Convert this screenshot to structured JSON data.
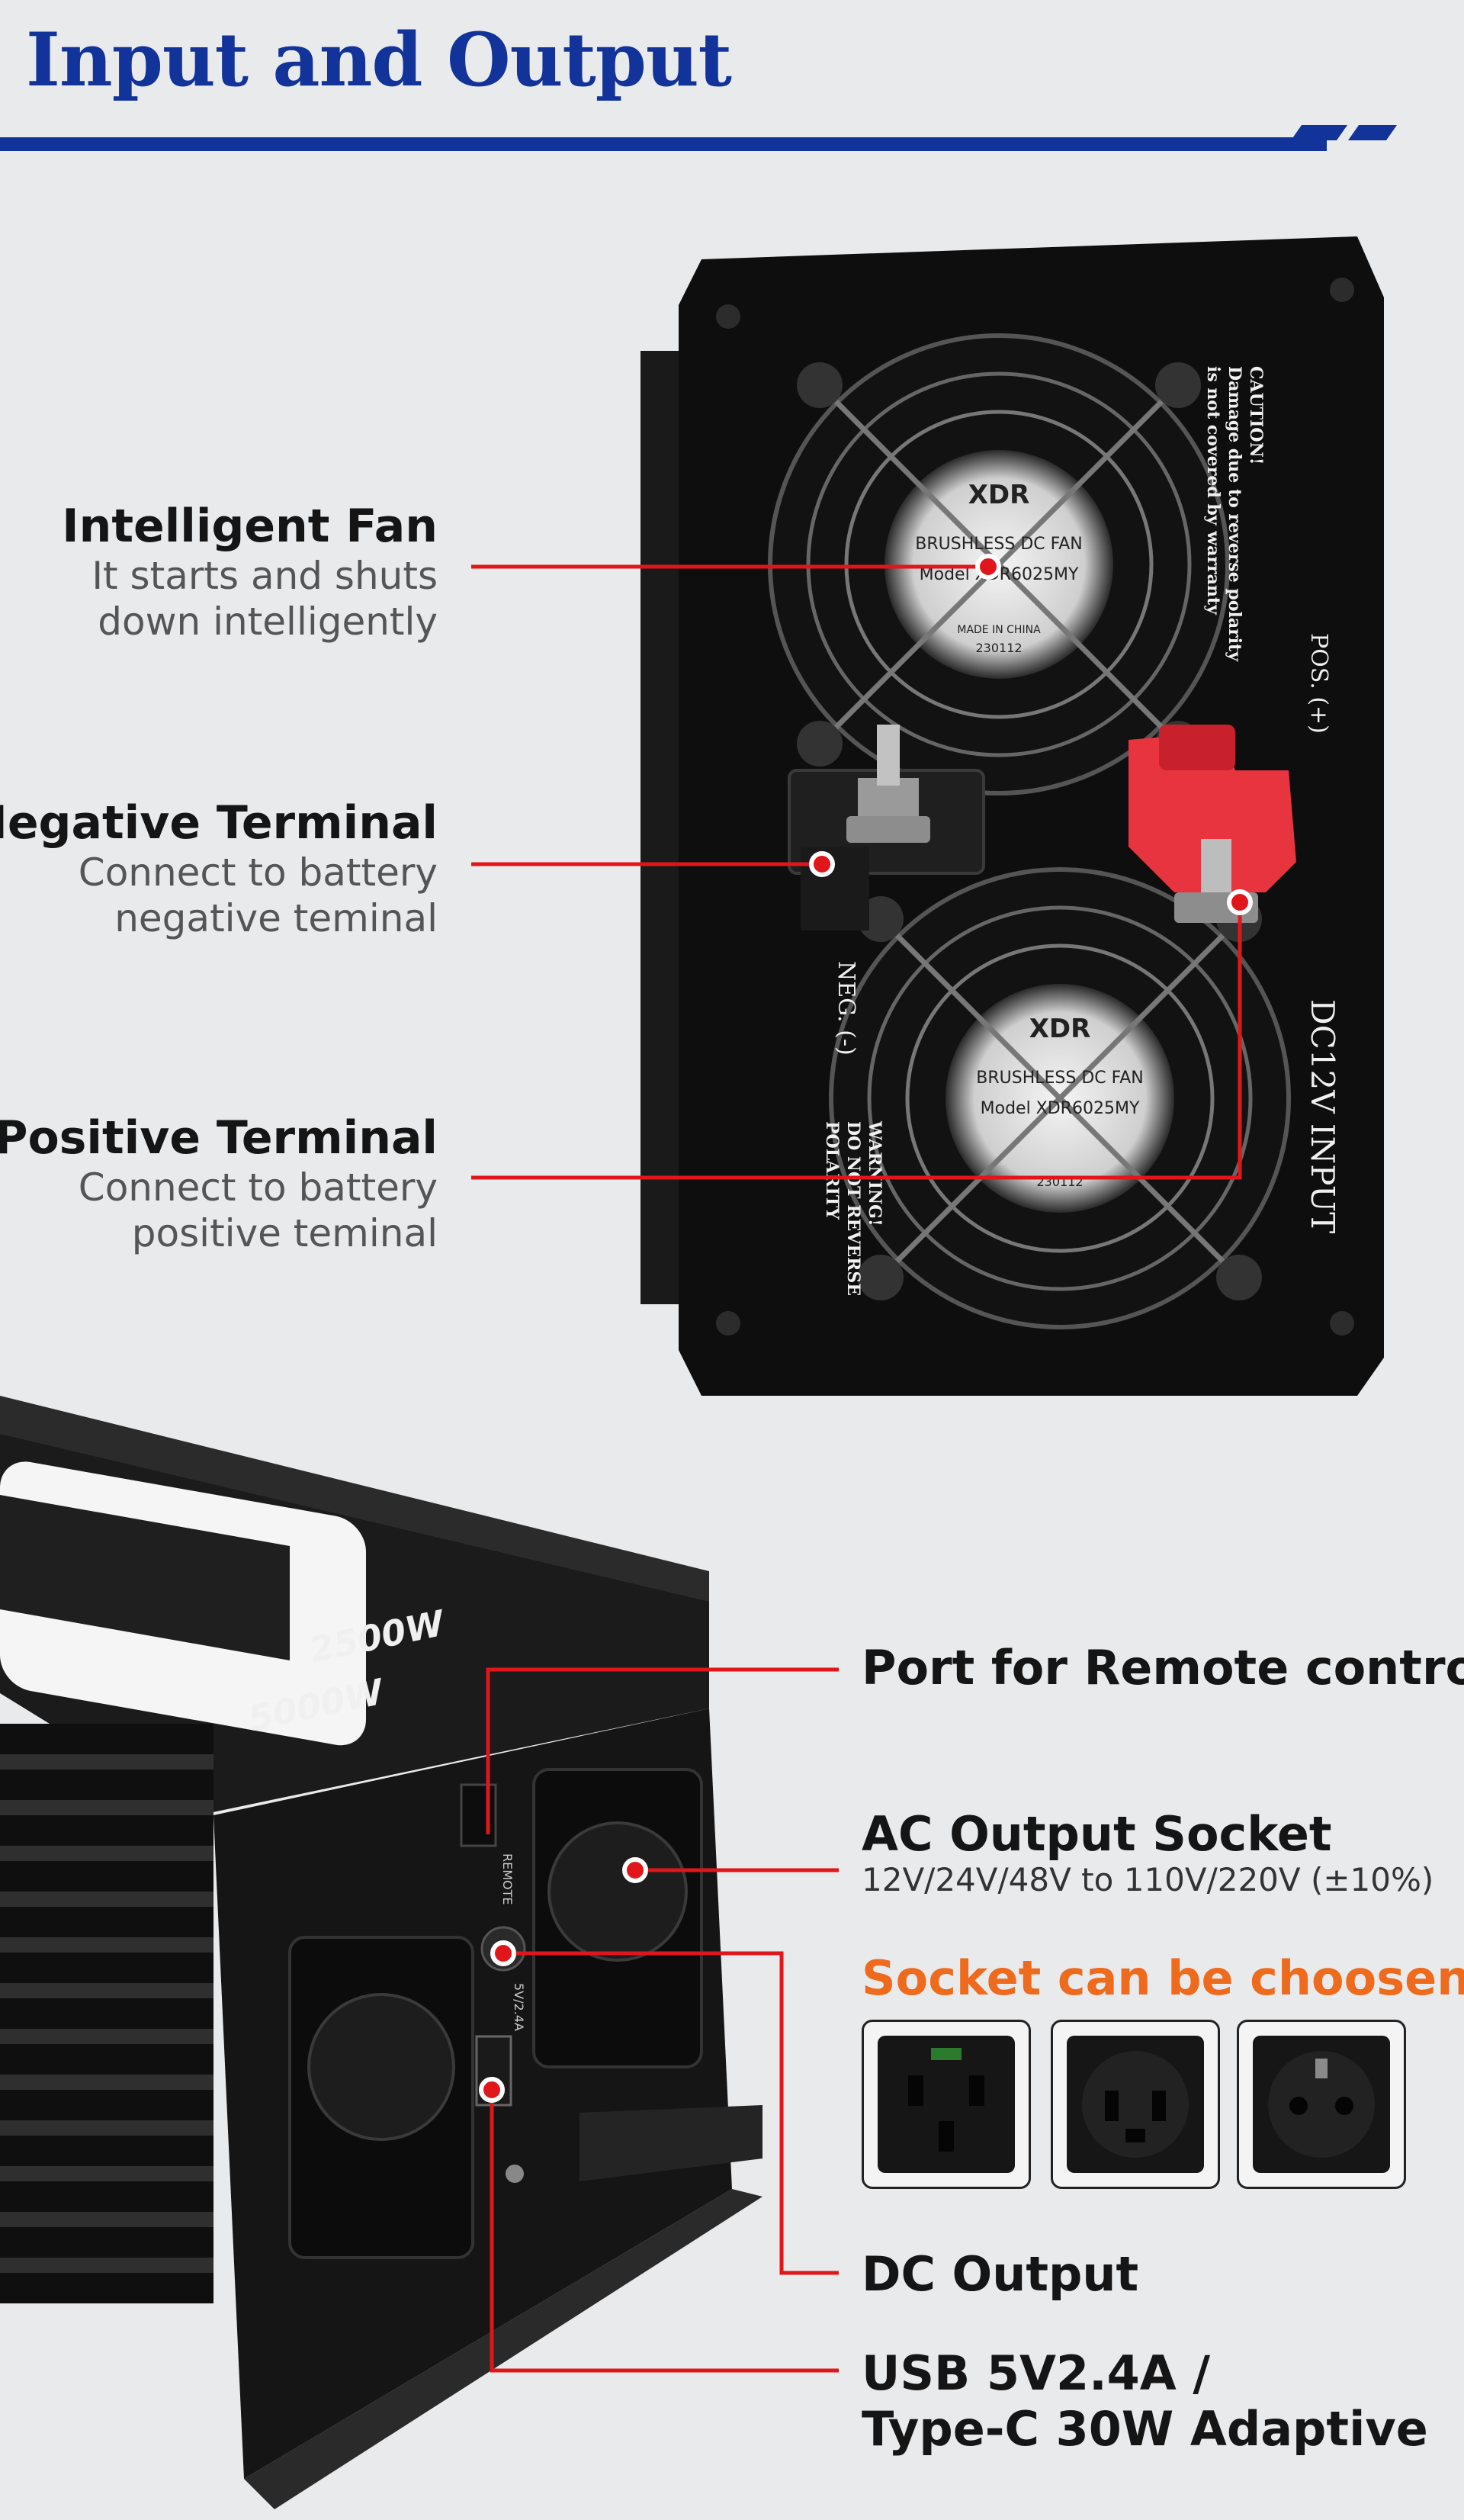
{
  "header": {
    "title": "Input and Output"
  },
  "colors": {
    "brand_blue": "#12349a",
    "callout_red": "#e0161b",
    "accent_orange": "#ee6a1d"
  },
  "features_top": [
    {
      "title": "Intelligent Fan",
      "desc_line1": "It starts and shuts",
      "desc_line2": "down intelligently"
    },
    {
      "title": "Negative Terminal",
      "desc_line1": "Connect to battery",
      "desc_line2": "negative  teminal"
    },
    {
      "title": "Positive Terminal",
      "desc_line1": "Connect to battery",
      "desc_line2": "positive  teminal"
    }
  ],
  "device_back": {
    "caution": [
      "CAUTION!",
      "Damage due to reverse polarity",
      "is not covered by warranty"
    ],
    "pos_label": "POS. (+)",
    "neg_label": "NEG. (-)",
    "input_label": "DC12V  INPUT",
    "warning": [
      "WARNING!",
      "DO NOT REVERSE",
      "POLARITY"
    ],
    "fan_brand": "XDR",
    "fan_line1": "BRUSHLESS DC FAN",
    "fan_model": "Model XDR6025MY",
    "fan_origin": "MADE IN CHINA",
    "fan_date": "230112"
  },
  "device_front": {
    "continuous_power": "2500W",
    "surge_power": "5000W",
    "remote_label": "REMOTE",
    "usb_label": "5V/2.4A"
  },
  "features_bottom": [
    {
      "title": "Port for Remote control"
    },
    {
      "title": "AC Output Socket",
      "desc": "12V/24V/48V to 110V/220V (±10%)"
    },
    {
      "title": "DC Output"
    },
    {
      "title_line1": "USB 5V2.4A /",
      "title_line2": "Type-C 30W Adaptive"
    }
  ],
  "sockets": {
    "title": "Socket can be choosen",
    "items": [
      {
        "name": "uk-socket-icon"
      },
      {
        "name": "universal-socket-icon"
      },
      {
        "name": "french-socket-icon"
      }
    ]
  }
}
